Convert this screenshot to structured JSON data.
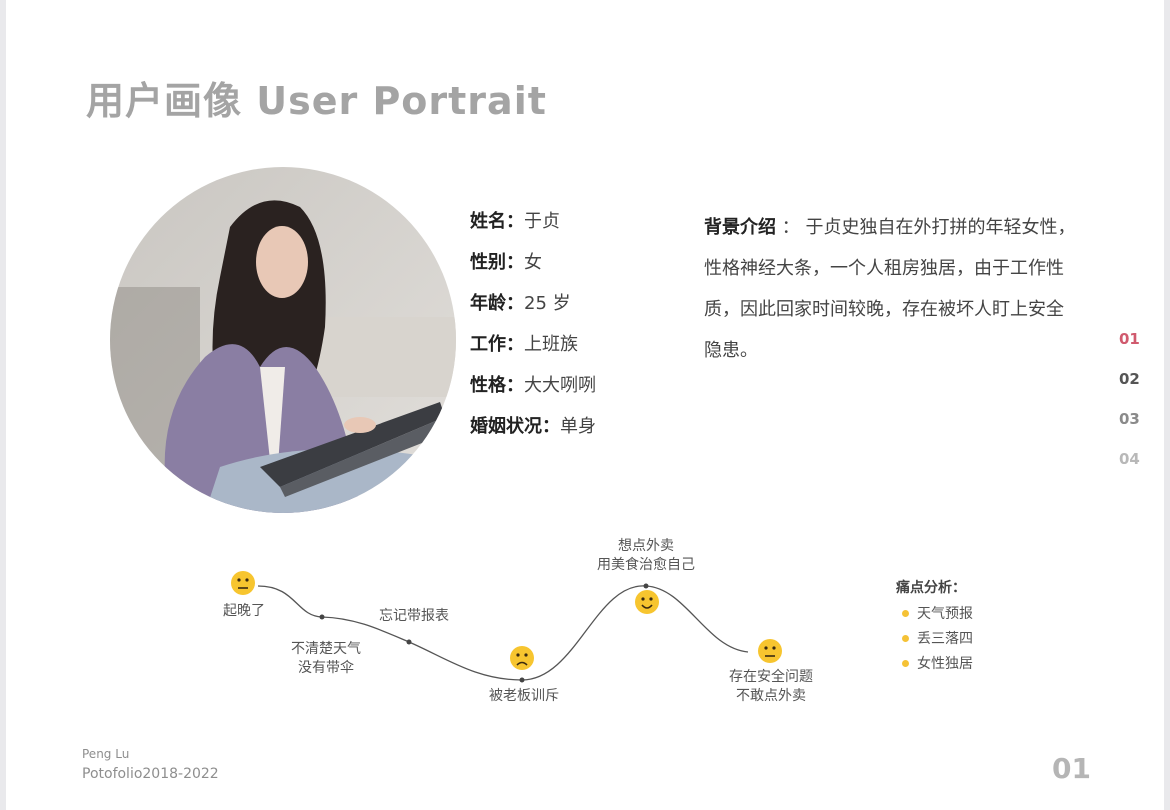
{
  "title": "用户画像 User  Portrait",
  "profile": [
    {
      "label": "姓名：",
      "value": "于贞"
    },
    {
      "label": "性别：",
      "value": "女"
    },
    {
      "label": "年龄：",
      "value": "25 岁"
    },
    {
      "label": "工作：",
      "value": "上班族"
    },
    {
      "label": "性格：",
      "value": "大大咧咧"
    },
    {
      "label": "婚姻状况：",
      "value": "单身"
    }
  ],
  "background": {
    "label": "背景介绍",
    "separator": " ： ",
    "text": "于贞史独自在外打拼的年轻女性，性格神经大条，一个人租房独居，由于工作性质，因此回家时间较晚，存在被坏人盯上安全隐患。"
  },
  "nav": [
    {
      "label": "01",
      "color": "#d05a6e"
    },
    {
      "label": "02",
      "color": "#555555"
    },
    {
      "label": "03",
      "color": "#8a8a8a"
    },
    {
      "label": "04",
      "color": "#b8b8b8"
    }
  ],
  "journey": {
    "stages": [
      {
        "text": "起晚了",
        "mood": "neutral"
      },
      {
        "text": "不清楚天气\n没有带伞",
        "mood": ""
      },
      {
        "text": "忘记带报表",
        "mood": ""
      },
      {
        "text": "被老板训斥",
        "mood": "sad"
      },
      {
        "text": "想点外卖\n用美食治愈自己",
        "mood": "happy"
      },
      {
        "text": "存在安全问题\n不敢点外卖",
        "mood": "neutral"
      }
    ],
    "emoji_color": "#f7c52f"
  },
  "pain_points": {
    "title": "痛点分析：",
    "items": [
      "天气预报",
      "丢三落四",
      "女性独居"
    ]
  },
  "footer": {
    "author": "Peng Lu",
    "years": "Potofolio2018-2022",
    "page": "01"
  }
}
